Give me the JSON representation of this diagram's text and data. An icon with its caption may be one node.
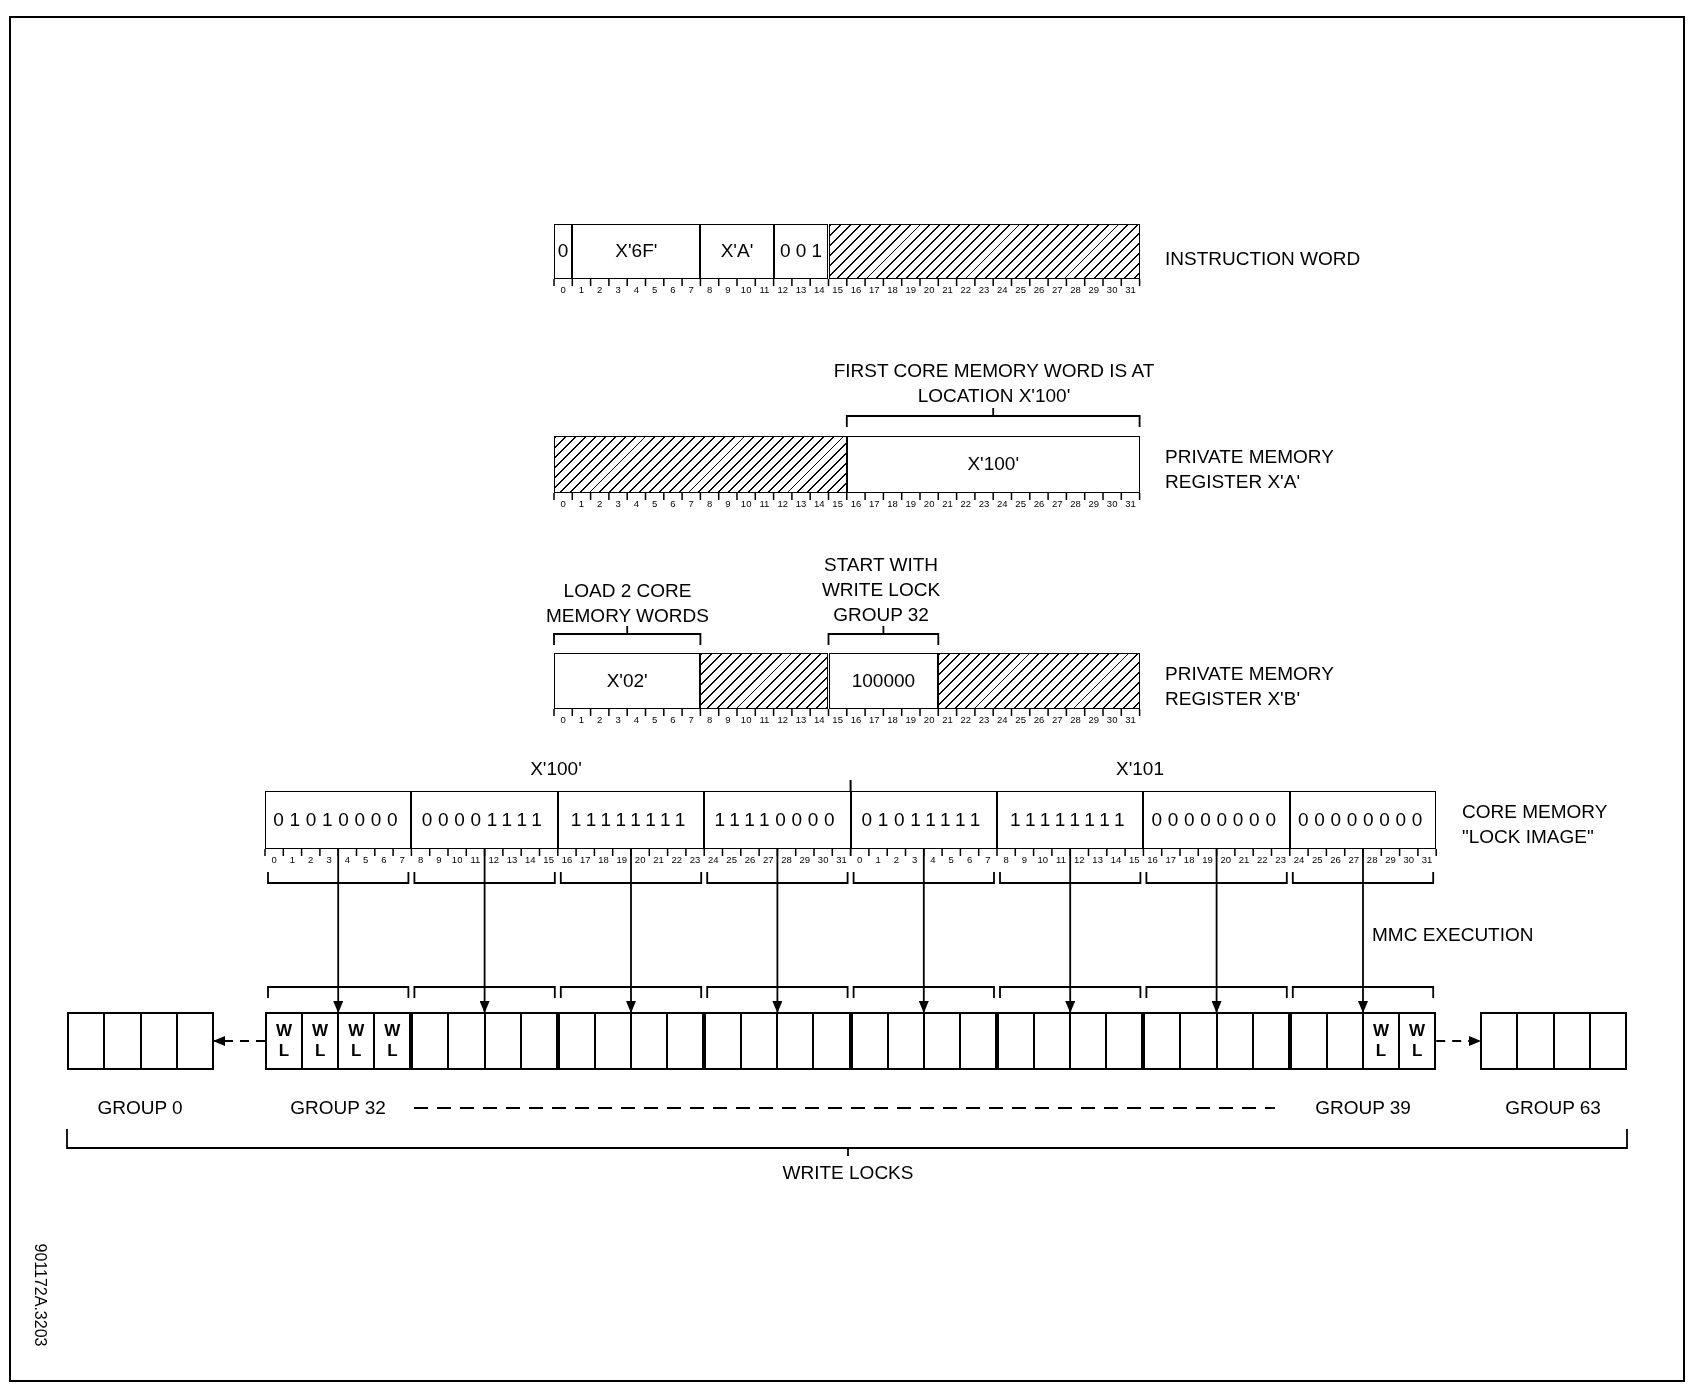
{
  "diagram": {
    "nodes": [
      {
        "text": [
          "0"
        ]
      },
      {
        "text": [
          "X'6F'"
        ]
      },
      {
        "text": [
          "X'A'"
        ]
      },
      {
        "text": [
          "0 0 1"
        ]
      },
      {
        "text": [],
        "shape": "box"
      },
      {
        "text": [],
        "shape": "box"
      },
      {
        "text": [
          "X'100'"
        ]
      },
      {
        "text": [
          "X'02'"
        ]
      },
      {
        "text": [],
        "shape": "box"
      },
      {
        "text": [
          "100000"
        ]
      },
      {
        "text": [],
        "shape": "box"
      },
      {
        "text": [
          "01010000"
        ]
      },
      {
        "text": [
          "00001111"
        ]
      },
      {
        "text": [
          "11111111"
        ]
      },
      {
        "text": [
          "11110000"
        ]
      },
      {
        "text": [
          "01011111"
        ]
      },
      {
        "text": [
          "11111111"
        ]
      },
      {
        "text": [
          "00000000"
        ]
      },
      {
        "text": [
          "00000000"
        ]
      },
      {
        "text": [],
        "shape": "box",
        "beside": [
          "GROUP 0"
        ]
      },
      {
        "text": [],
        "shape": "box",
        "in": 19
      },
      {
        "text": [],
        "shape": "box",
        "in": 19
      },
      {
        "text": [],
        "shape": "box",
        "in": 19
      },
      {
        "text": [],
        "shape": "box",
        "in": 19
      },
      {
        "text": [],
        "shape": "box",
        "beside": [
          "GROUP 32"
        ]
      },
      {
        "text": [
          "W",
          "L"
        ],
        "in": 24
      },
      {
        "text": [
          "W",
          "L"
        ],
        "in": 24
      },
      {
        "text": [
          "W",
          "L"
        ],
        "in": 24
      },
      {
        "text": [
          "W",
          "L"
        ],
        "in": 24
      },
      {
        "text": [],
        "shape": "box"
      },
      {
        "text": [],
        "shape": "box",
        "in": 29
      },
      {
        "text": [],
        "shape": "box",
        "in": 29
      },
      {
        "text": [],
        "shape": "box",
        "in": 29
      },
      {
        "text": [],
        "shape": "box",
        "in": 29
      },
      {
        "text": [],
        "shape": "box"
      },
      {
        "text": [],
        "shape": "box",
        "in": 34
      },
      {
        "text": [],
        "shape": "box",
        "in": 34
      },
      {
        "text": [],
        "shape": "box",
        "in": 34
      },
      {
        "text": [],
        "shape": "box",
        "in": 34
      },
      {
        "text": [],
        "shape": "box"
      },
      {
        "text": [],
        "shape": "box",
        "in": 39
      },
      {
        "text": [],
        "shape": "box",
        "in": 39
      },
      {
        "text": [],
        "shape": "box",
        "in": 39
      },
      {
        "text": [],
        "shape": "box",
        "in": 39
      },
      {
        "text": [],
        "shape": "box"
      },
      {
        "text": [],
        "shape": "box",
        "in": 44
      },
      {
        "text": [],
        "shape": "box",
        "in": 44
      },
      {
        "text": [],
        "shape": "box",
        "in": 44
      },
      {
        "text": [],
        "shape": "box",
        "in": 44
      },
      {
        "text": [],
        "shape": "box"
      },
      {
        "text": [],
        "shape": "box",
        "in": 49
      },
      {
        "text": [],
        "shape": "box",
        "in": 49
      },
      {
        "text": [],
        "shape": "box",
        "in": 49
      },
      {
        "text": [],
        "shape": "box",
        "in": 49
      },
      {
        "text": [],
        "shape": "box"
      },
      {
        "text": [],
        "shape": "box",
        "in": 54
      },
      {
        "text": [],
        "shape": "box",
        "in": 54
      },
      {
        "text": [],
        "shape": "box",
        "in": 54
      },
      {
        "text": [],
        "shape": "box",
        "in": 54
      },
      {
        "text": [],
        "shape": "box",
        "beside": [
          "GROUP 39"
        ]
      },
      {
        "text": [],
        "shape": "box",
        "in": 59
      },
      {
        "text": [],
        "shape": "box",
        "in": 59
      },
      {
        "text": [
          "W",
          "L"
        ],
        "in": 59
      },
      {
        "text": [
          "W",
          "L"
        ],
        "in": 59
      },
      {
        "text": [],
        "shape": "box",
        "beside": [
          "GROUP 63"
        ]
      },
      {
        "text": [],
        "shape": "box",
        "in": 64
      },
      {
        "text": [],
        "shape": "box",
        "in": 64
      },
      {
        "text": [],
        "shape": "box",
        "in": 64
      },
      {
        "text": [],
        "shape": "box",
        "in": 64
      }
    ],
    "edges": [
      {
        "from": 11,
        "to": 24,
        "arrow": "to"
      },
      {
        "from": 12,
        "to": 29,
        "arrow": "to"
      },
      {
        "from": 13,
        "to": 34,
        "arrow": "to"
      },
      {
        "from": 14,
        "to": 39,
        "arrow": "to"
      },
      {
        "from": 15,
        "to": 44,
        "arrow": "to"
      },
      {
        "from": 16,
        "to": 49,
        "arrow": "to"
      },
      {
        "from": 17,
        "to": 54,
        "arrow": "to"
      },
      {
        "from": 18,
        "to": 59,
        "arrow": "to"
      },
      {
        "from": 24,
        "to": 19,
        "arrow": "to",
        "style": "dashed"
      },
      {
        "from": 59,
        "to": 64,
        "arrow": "to",
        "style": "dashed"
      }
    ],
    "labels": [
      "INSTRUCTION WORD",
      "0",
      "1",
      "2",
      "3",
      "4",
      "5",
      "6",
      "7",
      "8",
      "9",
      "10",
      "11",
      "12",
      "13",
      "14",
      "15",
      "16",
      "17",
      "18",
      "19",
      "20",
      "21",
      "22",
      "23",
      "24",
      "25",
      "26",
      "27",
      "28",
      "29",
      "30",
      "31",
      "FIRST CORE MEMORY WORD IS AT LOCATION X'100'",
      "PRIVATE MEMORY REGISTER X'A'",
      "0",
      "1",
      "2",
      "3",
      "4",
      "5",
      "6",
      "7",
      "8",
      "9",
      "10",
      "11",
      "12",
      "13",
      "14",
      "15",
      "16",
      "17",
      "18",
      "19",
      "20",
      "21",
      "22",
      "23",
      "24",
      "25",
      "26",
      "27",
      "28",
      "29",
      "30",
      "31",
      "LOAD 2 CORE MEMORY WORDS",
      "START WITH WRITE LOCK GROUP 32",
      "PRIVATE MEMORY REGISTER X'B'",
      "0",
      "1",
      "2",
      "3",
      "4",
      "5",
      "6",
      "7",
      "8",
      "9",
      "10",
      "11",
      "12",
      "13",
      "14",
      "15",
      "16",
      "17",
      "18",
      "19",
      "20",
      "21",
      "22",
      "23",
      "24",
      "25",
      "26",
      "27",
      "28",
      "29",
      "30",
      "31",
      "X'100'",
      "X'101",
      "CORE MEMORY \"LOCK IMAGE\"",
      "0",
      "1",
      "2",
      "3",
      "4",
      "5",
      "6",
      "7",
      "8",
      "9",
      "10",
      "11",
      "12",
      "13",
      "14",
      "15",
      "16",
      "17",
      "18",
      "19",
      "20",
      "21",
      "22",
      "23",
      "24",
      "25",
      "26",
      "27",
      "28",
      "29",
      "30",
      "31",
      "0",
      "1",
      "2",
      "3",
      "4",
      "5",
      "6",
      "7",
      "8",
      "9",
      "10",
      "11",
      "12",
      "13",
      "14",
      "15",
      "16",
      "17",
      "18",
      "19",
      "20",
      "21",
      "22",
      "23",
      "24",
      "25",
      "26",
      "27",
      "28",
      "29",
      "30",
      "31",
      "MMC EXECUTION",
      "WRITE LOCKS",
      "901172A.3203"
    ]
  }
}
